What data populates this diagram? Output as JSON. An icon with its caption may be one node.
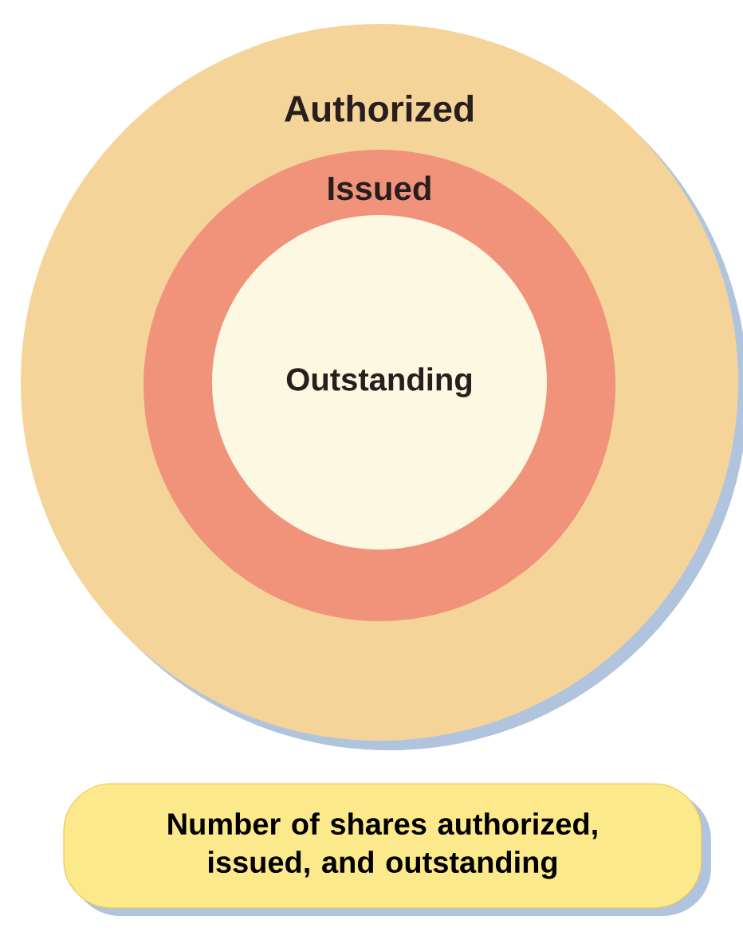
{
  "diagram": {
    "caption": "Number of shares authorized, issued, and outstanding",
    "nodes": [
      {
        "text": [
          "Authorized"
        ]
      },
      {
        "text": [
          "Issued"
        ],
        "in": 0
      },
      {
        "text": [
          "Outstanding"
        ],
        "in": 1
      }
    ]
  }
}
